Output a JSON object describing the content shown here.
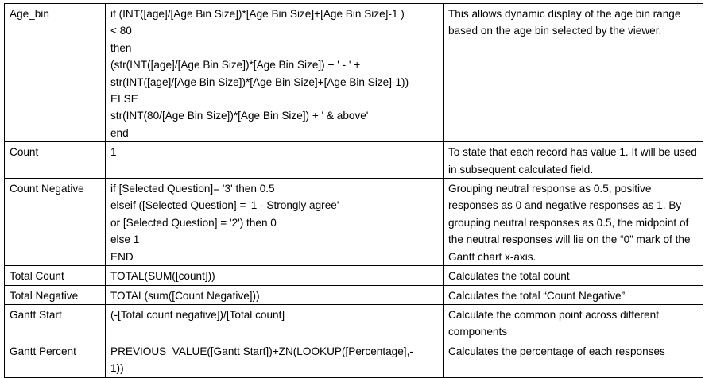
{
  "rows": [
    {
      "name": "Age_bin",
      "formula": [
        "if (INT([age]/[Age Bin Size])*[Age Bin Size]+[Age Bin Size]-1 )",
        "< 80",
        "then",
        "(str(INT([age]/[Age Bin Size])*[Age Bin Size]) + ' - ' +",
        "str(INT([age]/[Age Bin Size])*[Age Bin Size]+[Age Bin Size]-1))",
        "ELSE",
        "str(INT(80/[Age Bin Size])*[Age Bin Size]) + ' & above'",
        "end"
      ],
      "description": "This allows dynamic display of the age bin range based on the age bin selected by the viewer."
    },
    {
      "name": "Count",
      "formula": [
        "1"
      ],
      "description": "To state that each record has value 1. It will be used in subsequent calculated field."
    },
    {
      "name": "Count Negative",
      "formula": [
        "if [Selected Question]= '3' then 0.5",
        "elseif ([Selected Question] = '1 - Strongly agree'",
        "or [Selected Question] = '2') then 0",
        "else 1",
        "END"
      ],
      "description": "Grouping neutral response as 0.5, positive responses as 0 and negative responses as 1. By grouping neutral responses as 0.5, the midpoint of the neutral responses will lie on the “0” mark of the Gantt chart x-axis."
    },
    {
      "name": "Total Count",
      "formula": [
        "TOTAL(SUM([count]))"
      ],
      "description": "Calculates the total count"
    },
    {
      "name": "Total Negative",
      "formula": [
        "TOTAL(sum([Count Negative]))"
      ],
      "description": "Calculates the total “Count Negative”"
    },
    {
      "name": "Gantt Start",
      "formula": [
        "(-[Total count negative])/[Total count]"
      ],
      "description": "Calculate the common point across different components"
    },
    {
      "name": "Gantt Percent",
      "formula": [
        "PREVIOUS_VALUE([Gantt Start])+ZN(LOOKUP([Percentage],-",
        "1))"
      ],
      "description": "Calculates the percentage of each responses"
    }
  ]
}
